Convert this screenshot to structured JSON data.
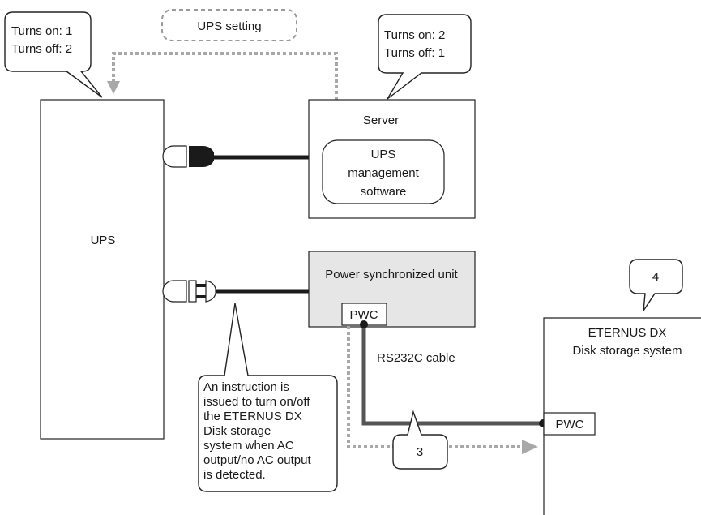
{
  "callouts": {
    "ups_turns": [
      "Turns on: 1",
      "Turns off: 2"
    ],
    "server_turns": [
      "Turns on: 2",
      "Turns off: 1"
    ],
    "ups_setting": "UPS setting",
    "step_3": "3",
    "step_4": "4",
    "instruction": [
      "An instruction is",
      "issued to turn on/off",
      "the ETERNUS DX",
      "Disk storage",
      "system when AC",
      "output/no AC output",
      "is detected."
    ]
  },
  "devices": {
    "ups_label": "UPS",
    "server_label": "Server",
    "software_label": [
      "UPS",
      "management",
      "software"
    ],
    "psu_label": "Power synchronized unit",
    "pwc_label": "PWC",
    "storage_label": [
      "ETERNUS DX",
      "Disk storage system"
    ],
    "storage_pwc_label": "PWC"
  },
  "cables": {
    "rs232_label": "RS232C cable"
  },
  "colors": {
    "psu_fill": "#e6e6e6",
    "dotted_arrow": "#a8a8a8",
    "rs232": "#555555",
    "power_cable": "#1a1a1a"
  }
}
